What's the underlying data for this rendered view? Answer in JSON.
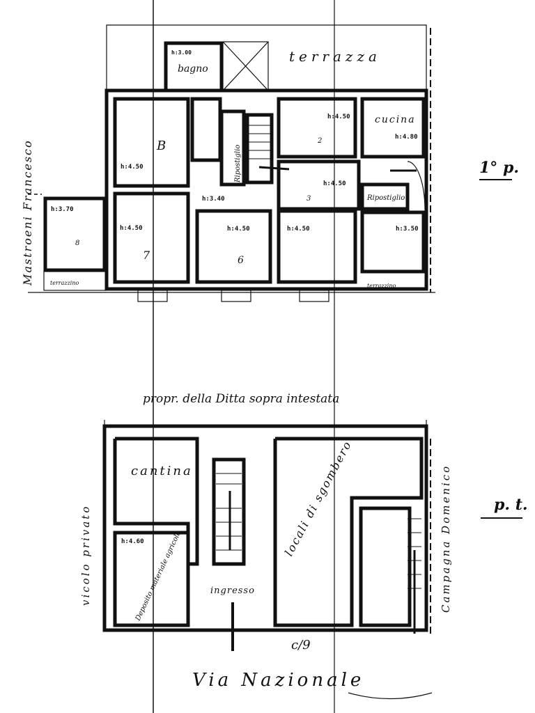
{
  "first_floor": {
    "level_label": "1° p.",
    "neighbor_left": "Mastroeni Francesco",
    "terrace": "terrazza",
    "bathroom": {
      "name": "bagno",
      "height": "h:3.00"
    },
    "kitchen": {
      "name": "cucina",
      "height": "h:4.80"
    },
    "storage_left": "Ripostiglio",
    "storage_right": "Ripostiglio",
    "room_b": {
      "number": "B",
      "height": "h:4.50"
    },
    "room_2": {
      "number": "2",
      "height": "h:4.50"
    },
    "hall": {
      "height": "h:4.50",
      "number": "3"
    },
    "corridor": {
      "height": "h:3.40"
    },
    "room_7": {
      "number": "7",
      "height": "h:4.50"
    },
    "room_6": {
      "number": "6",
      "height": "h:4.50"
    },
    "room_5": {
      "height": "h:4.50"
    },
    "room_r": {
      "height": "h:3.50"
    },
    "room_8": {
      "number": "8",
      "height": "h:3.70"
    },
    "terrace_small_left": "terrazzino",
    "terrace_small_right": "terrazzino"
  },
  "middle_note": "propr. della Ditta sopra intestata",
  "ground_floor": {
    "level_label": "p. t.",
    "neighbor_left": "vicolo privato",
    "neighbor_right": "Campagna Domenico",
    "cellar": "cantina",
    "deposit": {
      "name": "Deposito materiale agricolo",
      "height": "h:4.60"
    },
    "entrance": "ingresso",
    "storage_rooms": "locali di sgombero",
    "street": "Via Nazionale",
    "annotation": "c/9"
  }
}
